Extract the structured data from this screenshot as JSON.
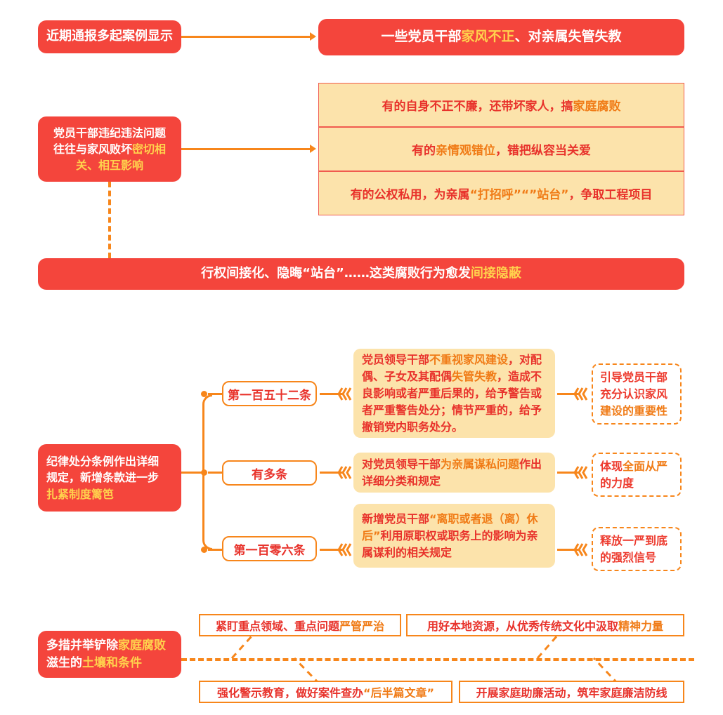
{
  "palette": {
    "red": "#F4453C",
    "deep_red_text": "#E8322B",
    "orange": "#F7861B",
    "yellow_highlight": "#FFD24D",
    "beige": "#FCE3AB",
    "white": "#FFFFFF"
  },
  "section1": {
    "source_label": "近期通报多起案例显示",
    "headline": {
      "pre": "一些党员干部",
      "highlight": "家风不正",
      "post": "、对亲属失管失教"
    }
  },
  "section2": {
    "left_box": {
      "line1": "党员干部违纪违法问题",
      "line2_pre": "往往与家风败坏",
      "line2_hl": "密切相",
      "line3_hl": "关、相互影响"
    },
    "rows": [
      {
        "pre": "有的自身不正不廉，还带坏家人，搞",
        "hl": "家庭腐败",
        "post": ""
      },
      {
        "pre": "有的",
        "hl": "亲情观错位",
        "post": "，错把纵容当关爱"
      },
      {
        "pre": "有的公权私用，为亲属",
        "hl": "“打招呼”“”站台”",
        "post": "，争取工程项目"
      }
    ],
    "banner": {
      "pre": "行权间接化、隐晦“站台”……这类腐败行为愈发",
      "highlight": "间接隐蔽"
    }
  },
  "section3": {
    "left_box": {
      "line1": "纪律处分条例作出详细",
      "line2": "规定，新增条款进一步",
      "line3_hl": "扎紧制度篱笆"
    },
    "branches": [
      {
        "article": "第一百五十二条",
        "detail": {
          "p1": "党员领导干部",
          "h1": "不重视家风建设",
          "p2": "，对配偶、子女及其配偶",
          "h2": "失管失教",
          "p3": "，造成不良影响或者严重后果的，给予警告或者严重警告处分；情节严重的，给予撤销党内职务处分。"
        },
        "outcome": {
          "line1": "引导党员干部",
          "line2": "充分认识家风",
          "line3": "建设的重要性"
        }
      },
      {
        "article": "有多条",
        "detail": {
          "p1": "对党员领导干部",
          "h1": "为亲属谋私问题",
          "p2": "作出详细分类和规定",
          "h2": "",
          "p3": ""
        },
        "outcome": {
          "line1": "体现",
          "line1_hl": "全面从严",
          "line2": "的力度",
          "line3": ""
        }
      },
      {
        "article": "第一百零六条",
        "detail": {
          "p1": "新增党员干部",
          "h1": "“离职或者退（离）休后”",
          "p2": "利用原职权或职务上的影响为亲属谋利的相关规定",
          "h2": "",
          "p3": ""
        },
        "outcome": {
          "line1": "释放一严到底",
          "line2": "的强烈信号",
          "line3": ""
        }
      }
    ]
  },
  "section4": {
    "left_box": {
      "line1_pre": "多措并举铲除",
      "line1_hl": "家庭腐败",
      "line2_pre": "滋生的",
      "line2_hl": "土壤和条件"
    },
    "measures_top": [
      {
        "pre": "紧盯重点领域、重点问题",
        "hl": "严管严治"
      },
      {
        "pre": "用好本地资源，从优秀传统文化中汲取",
        "hl": "精神力量"
      }
    ],
    "measures_bottom": [
      {
        "pre": "强化警示教育，做好案件查办",
        "hl": "“后半篇文章”"
      },
      {
        "pre": "开展家庭助廉活动，筑牢家庭廉洁防线",
        "hl": ""
      }
    ]
  }
}
